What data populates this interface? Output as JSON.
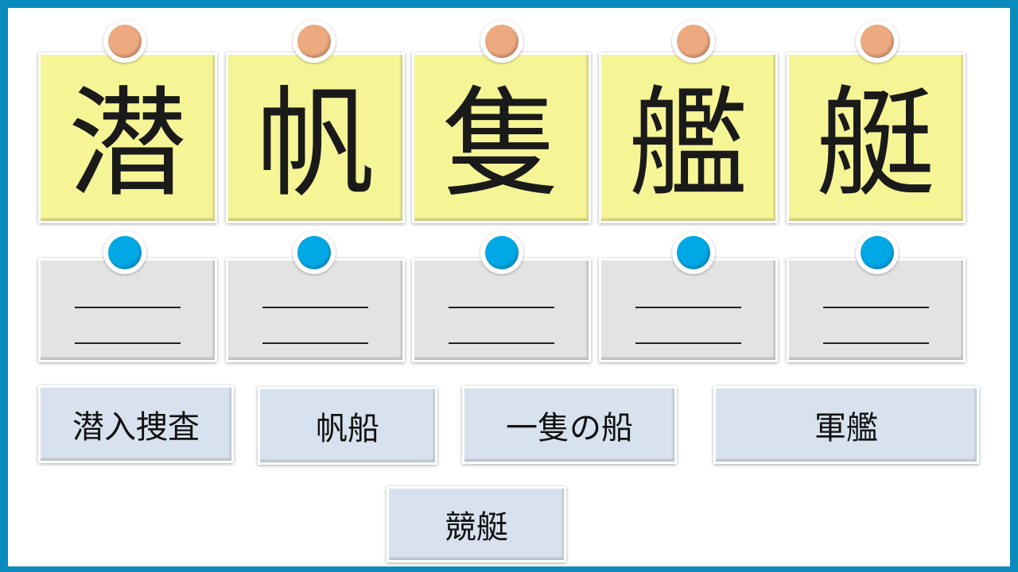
{
  "kanji_cards": [
    "潜",
    "帆",
    "隻",
    "艦",
    "艇"
  ],
  "choices": [
    "潜入捜査",
    "帆船",
    "一隻の船",
    "軍艦",
    "競艇"
  ],
  "colors": {
    "frame": "#0a8abd",
    "kanji_card": "#f6f596",
    "answer_card": "#e3e3e3",
    "choice": "#d7e2ee",
    "pin_orange": "#eda97f",
    "pin_blue": "#00a8e6"
  }
}
